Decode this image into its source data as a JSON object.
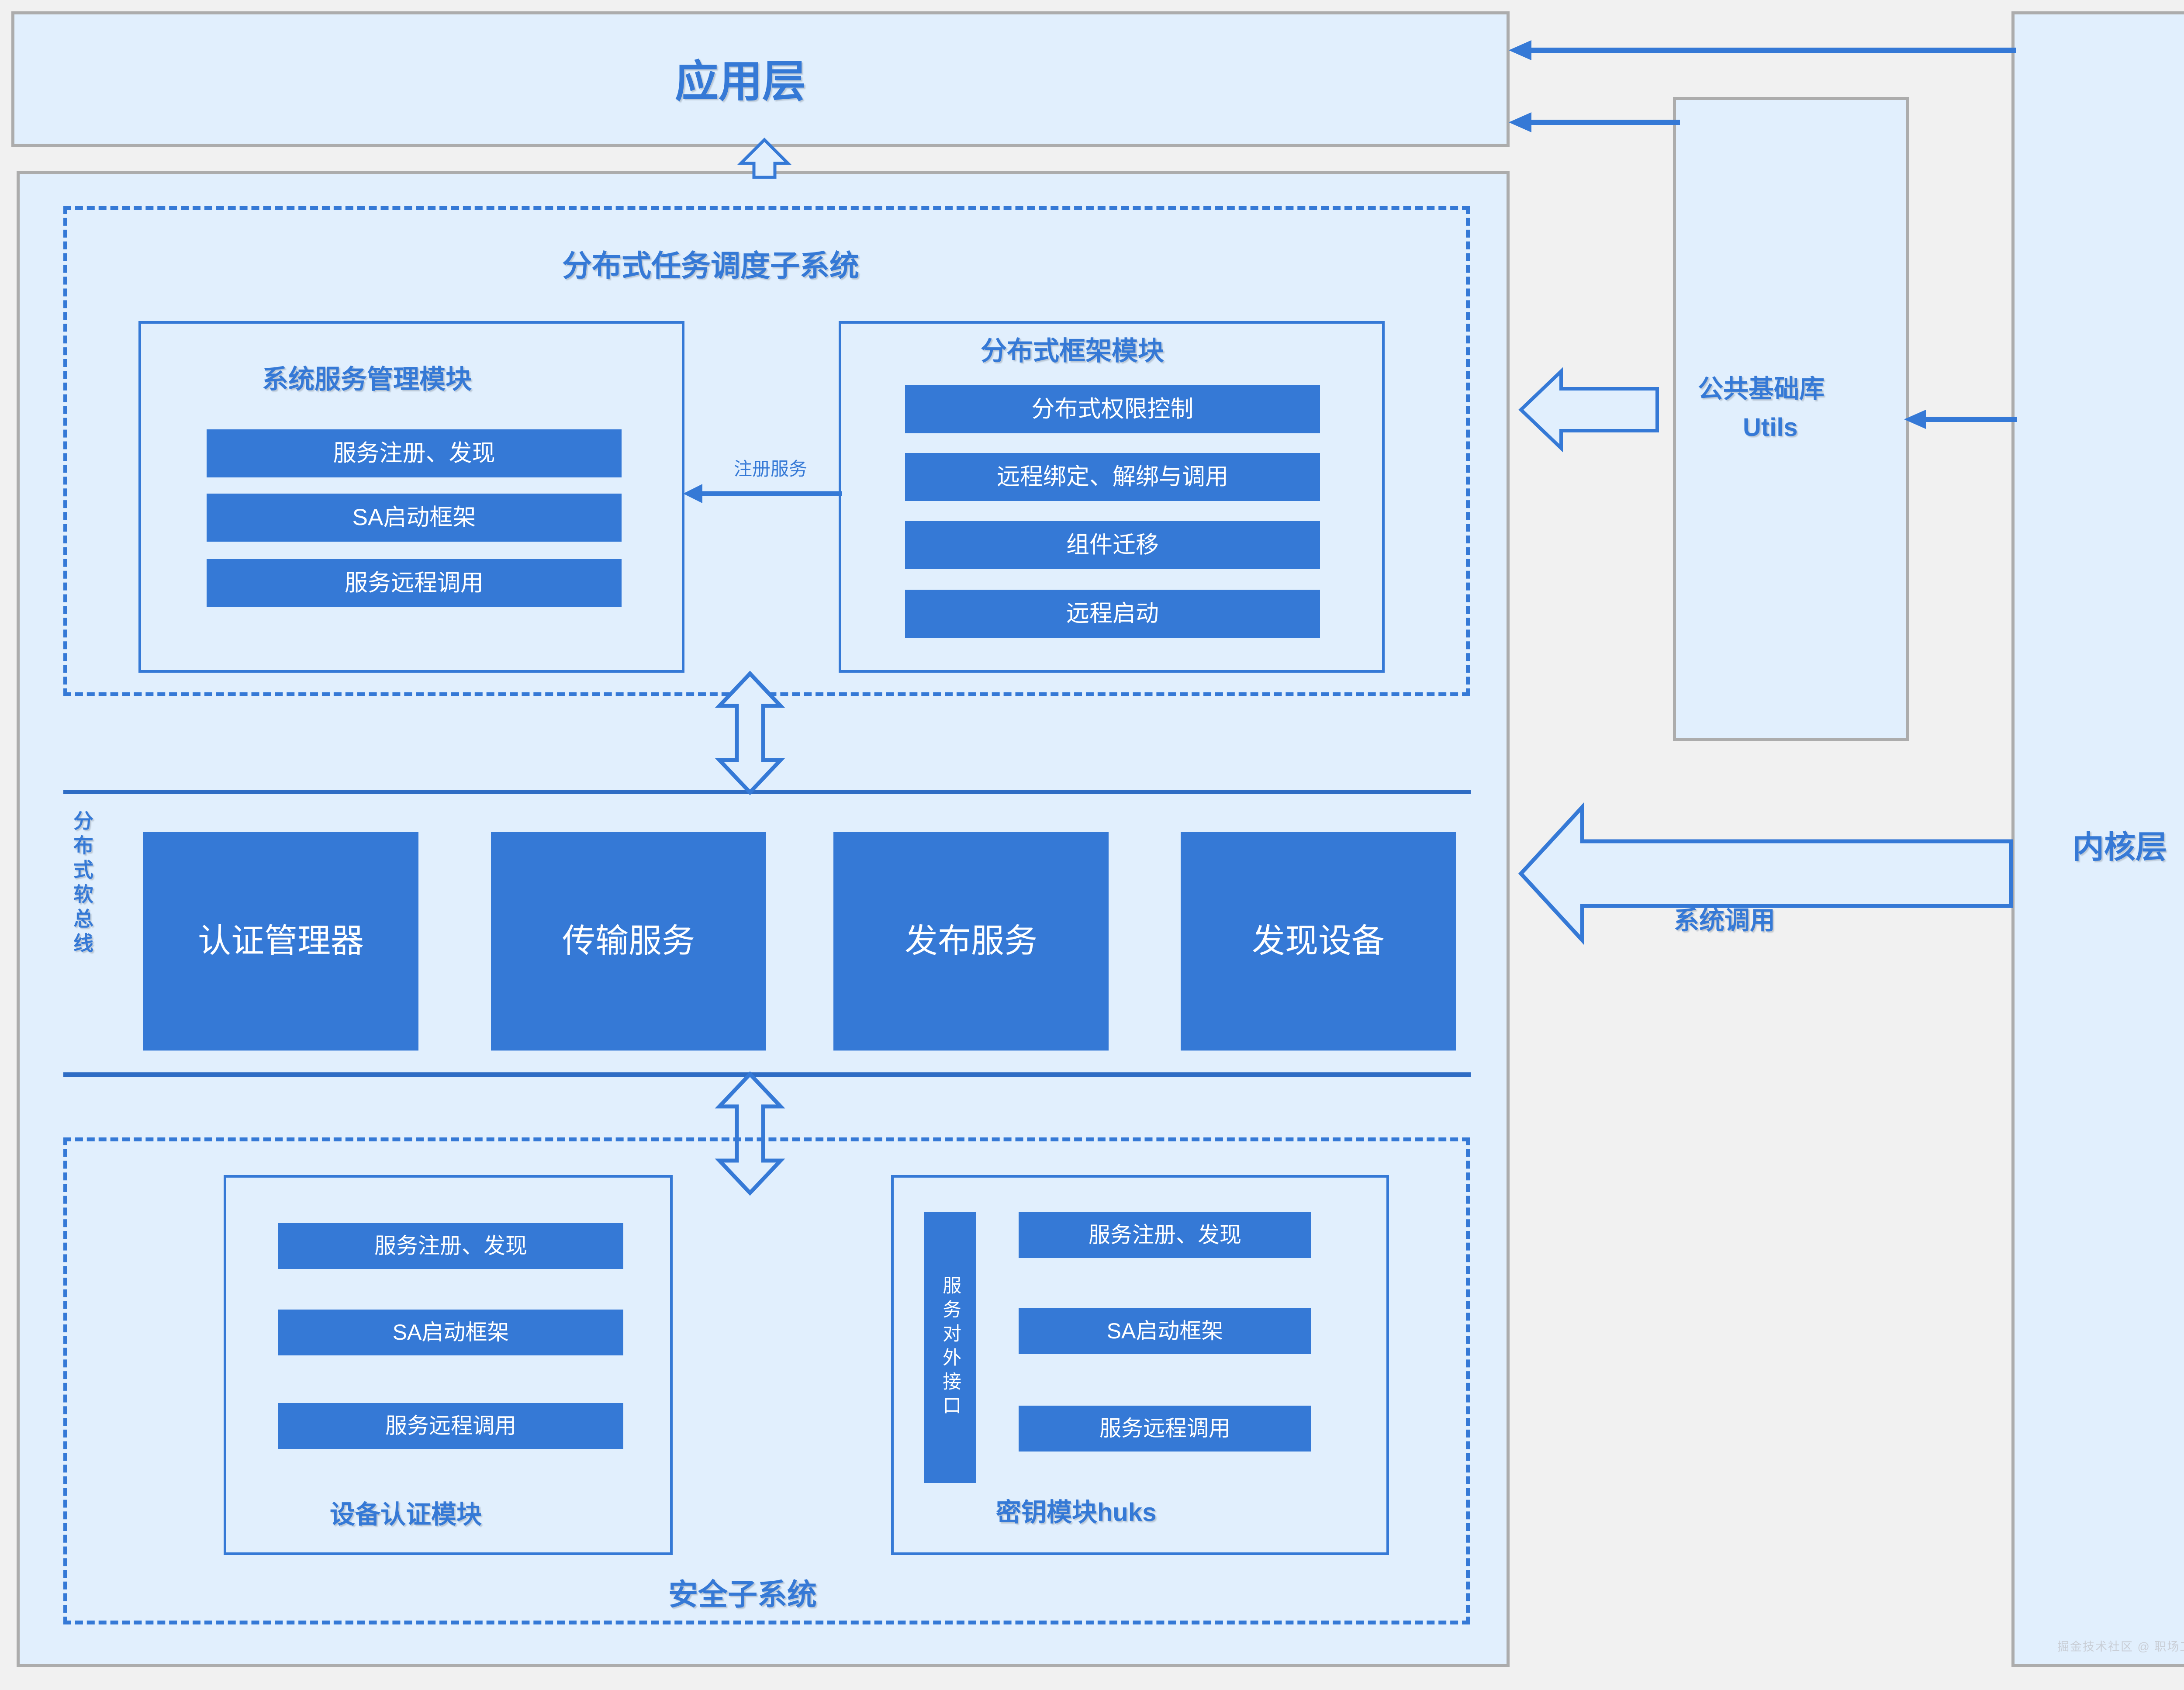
{
  "colors": {
    "accent": "#3579D6",
    "panel_fill": "#E1EFFD",
    "panel_border": "#ACACAC",
    "page_bg": "#F1F1F1",
    "rule": "#2E6CC4"
  },
  "app_layer": {
    "title": "应用层"
  },
  "utils_layer": {
    "line1": "公共基础库",
    "line2": "Utils"
  },
  "kernel_layer": {
    "title": "内核层",
    "syscall_label": "系统调用"
  },
  "task_subsystem": {
    "title": "分布式任务调度子系统",
    "connector_label": "注册服务",
    "system_service_module": {
      "title": "系统服务管理模块",
      "items": [
        "服务注册、发现",
        "SA启动框架",
        "服务远程调用"
      ]
    },
    "distributed_framework_module": {
      "title": "分布式框架模块",
      "items": [
        "分布式权限控制",
        "远程绑定、解绑与调用",
        "组件迁移",
        "远程启动"
      ]
    }
  },
  "soft_bus": {
    "side_label": "分布式软总线",
    "services": [
      "认证管理器",
      "传输服务",
      "发布服务",
      "发现设备"
    ]
  },
  "security_subsystem": {
    "title": "安全子系统",
    "device_auth_module": {
      "title": "设备认证模块",
      "items": [
        "服务注册、发现",
        "SA启动框架",
        "服务远程调用"
      ]
    },
    "huks_module": {
      "title": "密钥模块huks",
      "side_label": "服务对外接口",
      "items": [
        "服务注册、发现",
        "SA启动框架",
        "服务远程调用"
      ]
    }
  },
  "watermark": "掘金技术社区 @ 职场工具箱"
}
